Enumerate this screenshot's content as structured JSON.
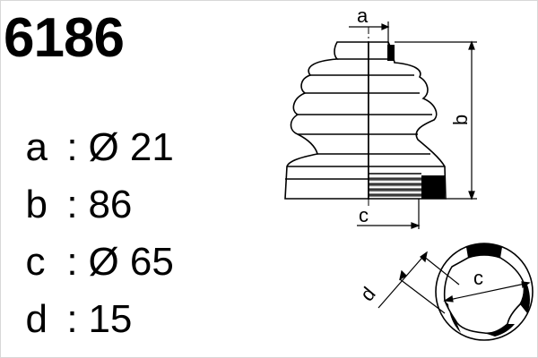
{
  "part_number": "6186",
  "specs": [
    {
      "key": "a",
      "separator": ":",
      "value": "Ø 21"
    },
    {
      "key": "b",
      "separator": ":",
      "value": "86"
    },
    {
      "key": "c",
      "separator": ":",
      "value": "Ø 65"
    },
    {
      "key": "d",
      "separator": ":",
      "value": "15"
    }
  ],
  "diagram_labels": {
    "a": "a",
    "b": "b",
    "c": "c",
    "d": "d",
    "c_section": "c"
  },
  "colors": {
    "ink": "#000000",
    "frame": "#d8d8d8",
    "background": "#ffffff"
  }
}
